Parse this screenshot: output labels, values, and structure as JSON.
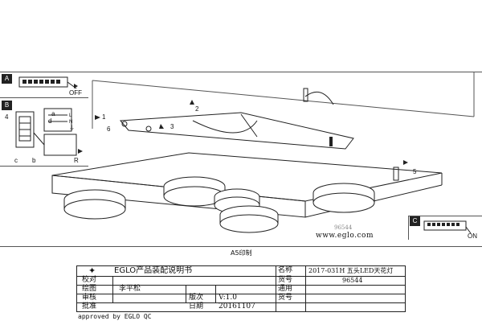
{
  "panels": {
    "a": {
      "tab": "A",
      "off_label": "OFF"
    },
    "b": {
      "tab": "B",
      "label_4": "4",
      "label_c": "c",
      "label_b": "b",
      "label_a": "a",
      "label_d": "d",
      "label_L": "L",
      "label_N": "N",
      "label_ground": "⏚",
      "label_a2": "a",
      "label_c2": "c",
      "label_R": "R"
    },
    "c": {
      "tab": "C",
      "on_label": "ON"
    }
  },
  "steps": {
    "s1": "1",
    "s2": "2",
    "s3": "3",
    "s5": "5",
    "s6": "6"
  },
  "drawing": {
    "model_mark": "96544",
    "website": "www.eglo.com"
  },
  "print_note": "A5印制",
  "title_block": {
    "logo_text": "EGLO",
    "title": "EGLO产品装配说明书",
    "name_label": "名称",
    "name_value": "2017-031H 五头LED天花灯",
    "check_label": "校对",
    "goods_label": "货号",
    "goods_value": "96544",
    "draw_label": "绘图",
    "draw_value": "李平松",
    "review_label": "审核",
    "version_label": "版次",
    "version_value": "V:1.0",
    "common_label": "通用",
    "common_goods_label": "货号",
    "approve_label": "批准",
    "date_label": "日期",
    "date_value": "20161107",
    "approved_note": "approved by EGLO QC"
  }
}
